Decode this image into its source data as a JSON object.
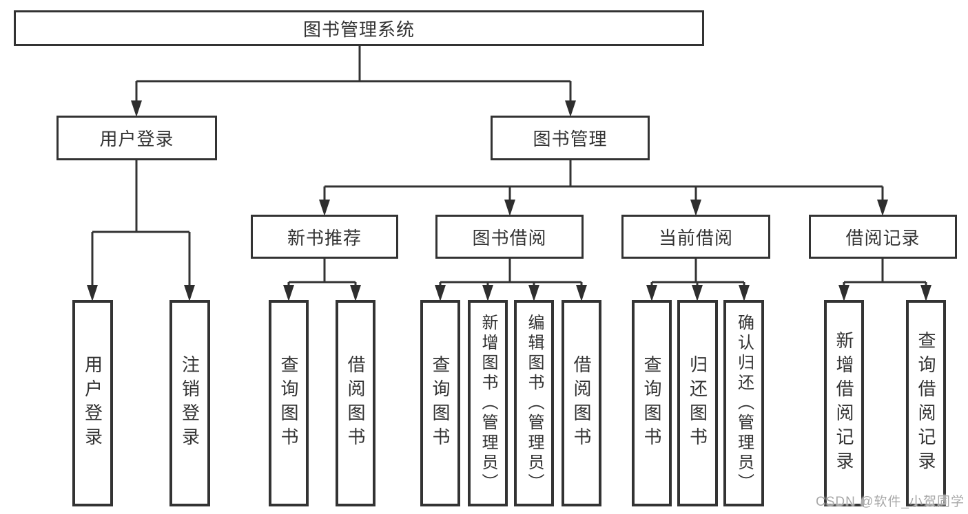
{
  "diagram": {
    "tree": {
      "label": "图书管理系统",
      "children": [
        {
          "label": "用户登录",
          "children": [
            {
              "label": "用户登录"
            },
            {
              "label": "注销登录"
            }
          ]
        },
        {
          "label": "图书管理",
          "children": [
            {
              "label": "新书推荐",
              "children": [
                {
                  "label": "查询图书"
                },
                {
                  "label": "借阅图书"
                }
              ]
            },
            {
              "label": "图书借阅",
              "children": [
                {
                  "label": "查询图书"
                },
                {
                  "label": "新增图书（管理员）"
                },
                {
                  "label": "编辑图书（管理员）"
                },
                {
                  "label": "借阅图书"
                }
              ]
            },
            {
              "label": "当前借阅",
              "children": [
                {
                  "label": "查询图书"
                },
                {
                  "label": "归还图书"
                },
                {
                  "label": "确认归还（管理员）"
                }
              ]
            },
            {
              "label": "借阅记录",
              "children": [
                {
                  "label": "新增借阅记录"
                },
                {
                  "label": "查询借阅记录"
                }
              ]
            }
          ]
        }
      ]
    },
    "watermark": {
      "text": "CSDN @软件_小贺同学"
    },
    "colors": {
      "line": "#333333",
      "box_border": "#333333",
      "text": "#333333",
      "background": "#ffffff",
      "watermark": "#a8a8a8"
    }
  }
}
